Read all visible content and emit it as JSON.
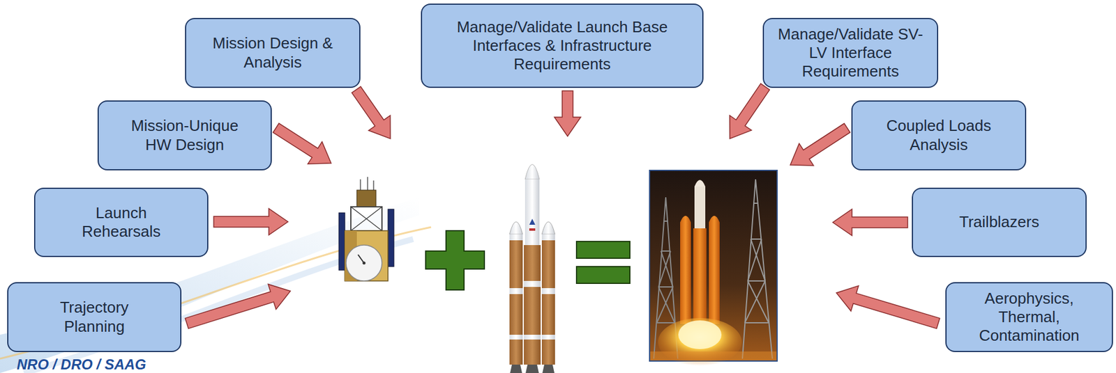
{
  "diagram": {
    "nodes": [
      {
        "text": [
          "Mission Design & Analysis"
        ]
      },
      {
        "text": [
          "Manage/Validate Launch Base Interfaces & Infrastructure Requirements"
        ]
      },
      {
        "text": [
          "Manage/Validate SV-LV Interface Requirements"
        ]
      },
      {
        "text": [
          "Mission-Unique HW Design"
        ]
      },
      {
        "text": [
          "Coupled Loads Analysis"
        ]
      },
      {
        "text": [
          "Launch Rehearsals"
        ]
      },
      {
        "text": [
          "Trailblazers"
        ]
      },
      {
        "text": [
          "Trajectory Planning"
        ]
      },
      {
        "text": [
          "Aerophysics, Thermal, Contamination"
        ]
      }
    ],
    "labels": [
      "NRO / DRO / SAAG"
    ]
  }
}
